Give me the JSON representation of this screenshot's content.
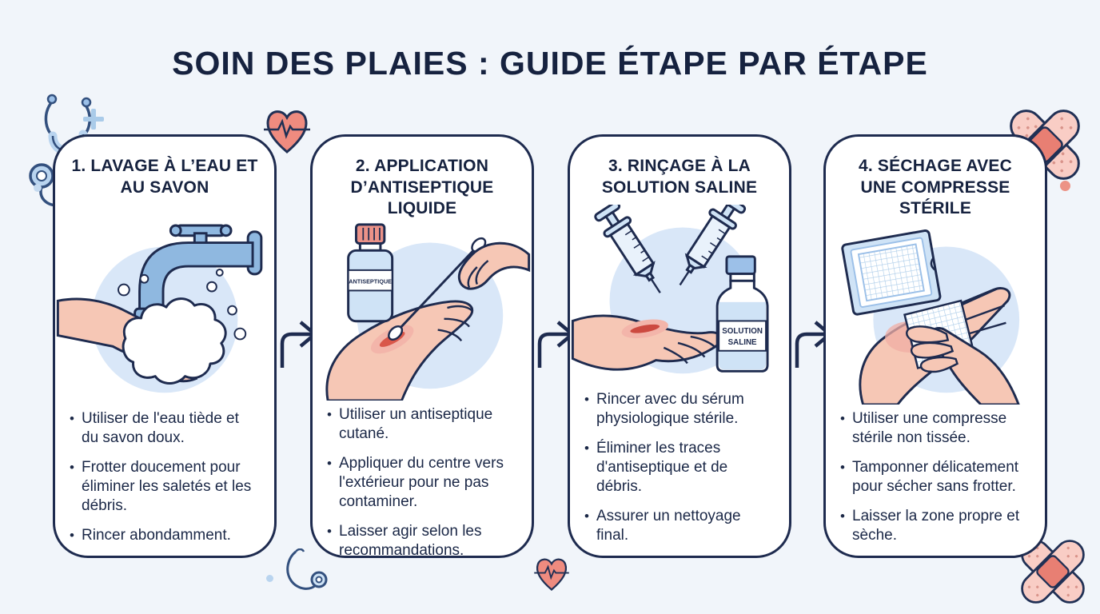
{
  "title": "SOIN DES PLAIES : GUIDE ÉTAPE PAR ÉTAPE",
  "steps": [
    {
      "title": "1. LAVAGE À L’EAU ET AU SAVON",
      "icon": "hand-washing-illustration",
      "bullets": [
        "Utiliser de l'eau tiède et du savon doux.",
        "Frotter doucement pour éliminer les saletés et les débris.",
        "Rincer abondamment."
      ]
    },
    {
      "title": "2. APPLICATION D’ANTISEPTIQUE LIQUIDE",
      "icon": "antiseptic-application-illustration",
      "bullets": [
        "Utiliser un antiseptique cutané.",
        "Appliquer du centre vers l'extérieur pour ne pas contaminer.",
        "Laisser agir selon les recommandations."
      ]
    },
    {
      "title": "3. RINÇAGE À LA SOLUTION SALINE",
      "icon": "saline-rinse-illustration",
      "bullets": [
        "Rincer avec du sérum physiologique stérile.",
        "Éliminer les traces d'antiseptique et de débris.",
        "Assurer un nettoyage final."
      ]
    },
    {
      "title": "4. SÉCHAGE AVEC UNE COMPRESSE STÉRILE",
      "icon": "sterile-compress-drying-illustration",
      "bullets": [
        "Utiliser une compresse stérile non tissée.",
        "Tamponner délicatement pour sécher sans frotter.",
        "Laisser la zone propre et sèche."
      ]
    }
  ],
  "bottle_labels": {
    "antiseptic": "ANTISEPTIQUE",
    "saline_line1": "SOLUTION",
    "saline_line2": "SALINE"
  },
  "decorations": [
    "stethoscope-icon",
    "plus-icon",
    "heartbeat-heart-icon",
    "crossed-bandages-icon",
    "flow-arrow-icon",
    "dot-accent"
  ],
  "colors": {
    "background": "#f1f5fa",
    "panel_bg": "#ffffff",
    "navy_outline": "#1e2b4f",
    "title_navy": "#16223f",
    "circle_light_blue": "#d9e7f8",
    "object_blue": "#8fb8e0",
    "object_light_blue": "#cfe3f6",
    "skin": "#f6c7b5",
    "wound_red": "#d9574a",
    "cap_red": "#ec9288",
    "heart_salmon": "#ef8b7f",
    "bandage_pink": "#f9cdc5",
    "bandage_pad": "#e87f73",
    "stethoscope_blue": "#33507e",
    "accent_light_blue": "#aacbe9"
  }
}
